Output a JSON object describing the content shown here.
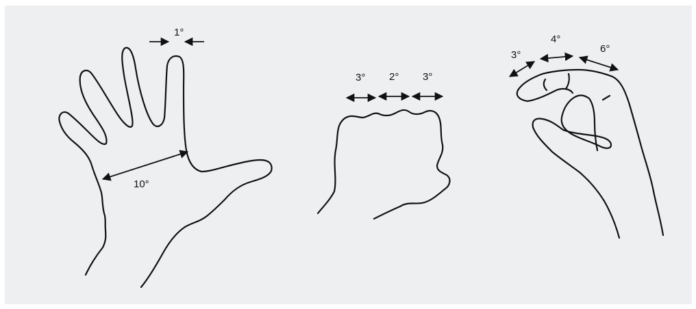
{
  "illustrations": {
    "open_hand": {
      "finger_gap_label": "1°",
      "thumb_span_label": "10°"
    },
    "fist": {
      "knuckle_labels": [
        "3°",
        "2°",
        "3°"
      ]
    },
    "pinch_hand": {
      "span_labels": [
        "3°",
        "4°",
        "6°"
      ]
    }
  },
  "colors": {
    "background": "#eeeff1",
    "line": "#111111"
  }
}
